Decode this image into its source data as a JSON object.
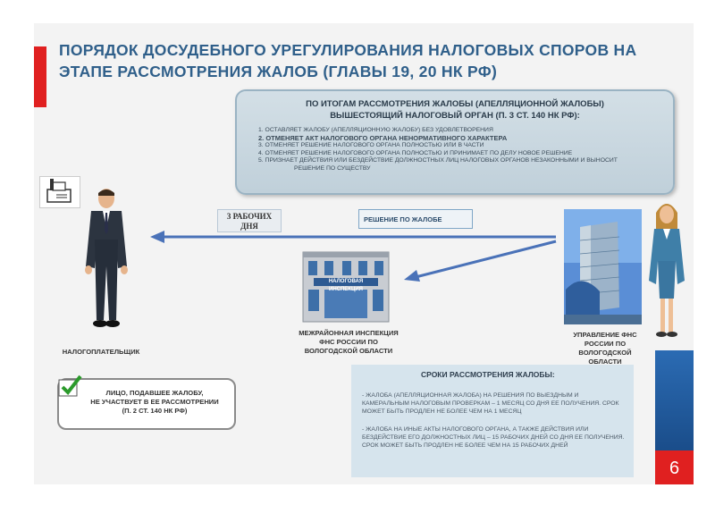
{
  "title": {
    "line1": "ПОРЯДОК ДОСУДЕБНОГО УРЕГУЛИРОВАНИЯ  НАЛОГОВЫХ  СПОРОВ  НА",
    "line2": "ЭТАПЕ РАССМОТРЕНИЯ  ЖАЛОБ (ГЛАВЫ 19, 20 НК РФ)"
  },
  "top_box": {
    "head_line1": "ПО ИТОГАМ РАССМОТРЕНИЯ ЖАЛОБЫ (АПЕЛЛЯЦИОННОЙ ЖАЛОБЫ)",
    "head_line2": "ВЫШЕСТОЯЩИЙ НАЛОГОВЫЙ ОРГАН (П. 3 СТ. 140 НК РФ):",
    "items": [
      "1.  ОСТАВЛЯЕТ ЖАЛОБУ (АПЕЛЛЯЦИОННУЮ ЖАЛОБУ) БЕЗ УДОВЛЕТВОРЕНИЯ",
      "2.  ОТМЕНЯЕТ АКТ НАЛОГОВОГО ОРГАНА НЕНОРМАТИВНОГО ХАРАКТЕРА",
      "3.  ОТМЕНЯЕТ РЕШЕНИЕ НАЛОГОВОГО ОРГАНА ПОЛНОСТЬЮ ИЛИ В ЧАСТИ",
      "4.  ОТМЕНЯЕТ РЕШЕНИЕ НАЛОГОВОГО ОРГАНА ПОЛНОСТЬЮ И ПРИНИМАЕТ ПО ДЕЛУ НОВОЕ РЕШЕНИЕ",
      "5.  ПРИЗНАЕТ ДЕЙСТВИЯ ИЛИ БЕЗДЕЙСТВИЕ ДОЛЖНОСТНЫХ ЛИЦ НАЛОГОВЫХ ОРГАНОВ НЕЗАКОННЫМИ И ВЫНОСИТ",
      "РЕШЕНИЕ ПО СУЩЕСТВУ"
    ]
  },
  "arrow_label": "3 РАБОЧИХ ДНЯ",
  "decision_label": "РЕШЕНИЕ ПО ЖАЛОБЕ",
  "building_sign": "НАЛОГОВАЯ ИНСПЕКЦИЯ",
  "labels": {
    "taxpayer": "НАЛОГОПЛАТЕЛЬЩИК",
    "inspection": "МЕЖРАЙОННАЯ ИНСПЕКЦИЯ ФНС РОССИИ ПО ВОЛОГОДСКОЙ ОБЛАСТИ",
    "department": "УПРАВЛЕНИЕ ФНС РОССИИ ПО ВОЛОГОДСКОЙ ОБЛАСТИ"
  },
  "bottom_left": {
    "line1": "ЛИЦО,  ПОДАВШЕЕ ЖАЛОБУ,",
    "line2": "НЕ УЧАСТВУЕТ В ЕЕ РАССМОТРЕНИИ",
    "line3": "(П. 2 СТ. 140 НК РФ)"
  },
  "sroki": {
    "head": "СРОКИ РАССМОТРЕНИЯ ЖАЛОБЫ:",
    "p1": "- ЖАЛОБА (АПЕЛЛЯЦИОННАЯ ЖАЛОБА) НА РЕШЕНИЯ ПО ВЫЕЗДНЫМ И КАМЕРАЛЬНЫМ НАЛОГОВЫМ ПРОВЕРКАМ – 1 МЕСЯЦ СО ДНЯ ЕЕ ПОЛУЧЕНИЯ. СРОК МОЖЕТ БЫТЬ ПРОДЛЕН НЕ БОЛЕЕ ЧЕМ НА 1 МЕСЯЦ",
    "p2": "- ЖАЛОБА НА ИНЫЕ АКТЫ НАЛОГОВОГО ОРГАНА, А ТАКЖЕ ДЕЙСТВИЯ ИЛИ БЕЗДЕЙСТВИЕ ЕГО ДОЛЖНОСТНЫХ ЛИЦ – 15 РАБОЧИХ ДНЕЙ СО ДНЯ ЕЕ ПОЛУЧЕНИЯ. СРОК МОЖЕТ БЫТЬ ПРОДЛЕН НЕ БОЛЕЕ ЧЕМ НА 15 РАБОЧИХ ДНЕЙ"
  },
  "page_number": "6",
  "colors": {
    "accent_red": "#e02020",
    "title_blue": "#2f5f8a",
    "arrow_blue": "#4a72b8"
  }
}
